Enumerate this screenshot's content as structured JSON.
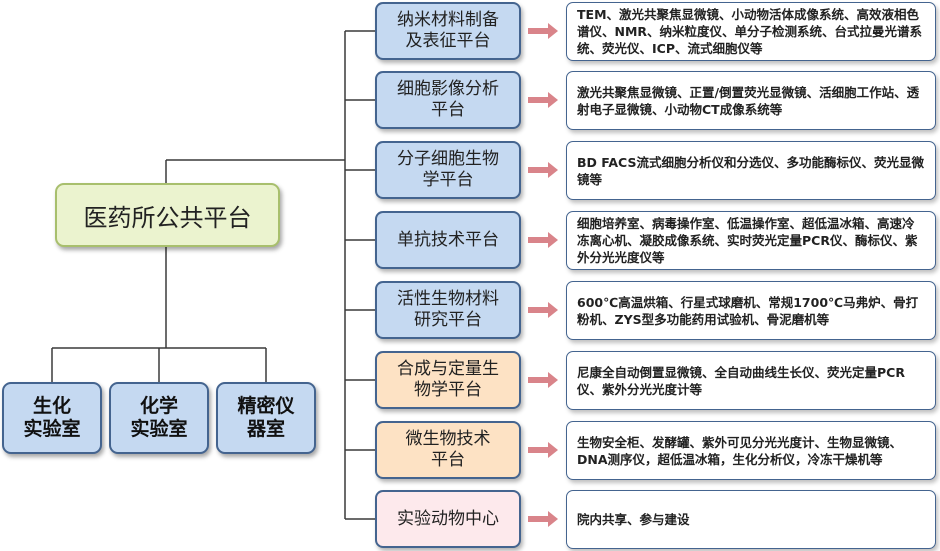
{
  "root": {
    "label": "医药所公共平台"
  },
  "labs": [
    {
      "label": "生化\n实验室"
    },
    {
      "label": "化学\n实验室"
    },
    {
      "label": "精密仪\n器室"
    }
  ],
  "platforms": [
    {
      "label": "纳米材料制备\n及表征平台",
      "color": "#c5d9f1",
      "desc": "TEM、激光共聚焦显微镜、小动物活体成像系统、高效液相色谱仪、NMR、纳米粒度仪、单分子检测系统、台式拉曼光谱系统、荧光仪、ICP、流式细胞仪等"
    },
    {
      "label": "细胞影像分析\n平台",
      "color": "#c5d9f1",
      "desc": "激光共聚焦显微镜、正置/倒置荧光显微镜、活细胞工作站、透射电子显微镜、小动物CT成像系统等"
    },
    {
      "label": "分子细胞生物\n学平台",
      "color": "#c5d9f1",
      "desc": "BD FACS流式细胞分析仪和分选仪、多功能酶标仪、荧光显微镜等"
    },
    {
      "label": "单抗技术平台",
      "color": "#c5d9f1",
      "desc": "细胞培养室、病毒操作室、低温操作室、超低温冰箱、高速冷冻离心机、凝胶成像系统、实时荧光定量PCR仪、酶标仪、紫外分光光度仪等"
    },
    {
      "label": "活性生物材料\n研究平台",
      "color": "#c5d9f1",
      "desc": "600℃高温烘箱、行星式球磨机、常规1700℃马弗炉、骨打粉机、ZYS型多功能药用试验机、骨泥磨机等"
    },
    {
      "label": "合成与定量生\n物学平台",
      "color": "#fde2c4",
      "desc": "尼康全自动倒置显微镜、全自动曲线生长仪、荧光定量PCR仪、紫外分光光度计等"
    },
    {
      "label": "微生物技术\n平台",
      "color": "#fde2c4",
      "desc": "生物安全柜、发酵罐、紫外可见分光光度计、生物显微镜、DNA测序仪，超低温冰箱，生化分析仪，冷冻干燥机等"
    },
    {
      "label": "实验动物中心",
      "color": "#fde9ec",
      "desc": "院内共享、参与建设"
    }
  ],
  "colors": {
    "arrow": "#d9848a",
    "line": "#3a3a3a"
  }
}
